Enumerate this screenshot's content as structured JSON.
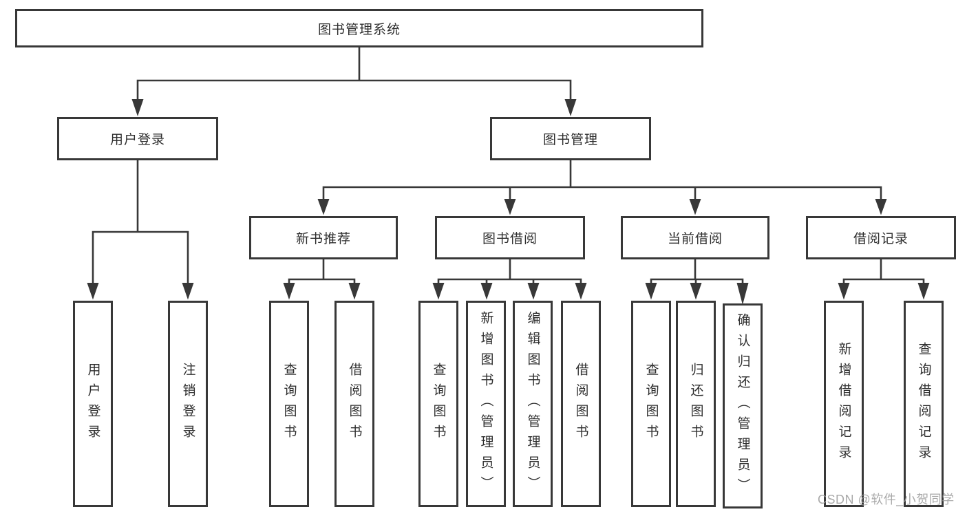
{
  "tree": {
    "label": "图书管理系统",
    "children": [
      {
        "label": "用户登录",
        "children": [
          {
            "label": "用户登录"
          },
          {
            "label": "注销登录"
          }
        ]
      },
      {
        "label": "图书管理",
        "children": [
          {
            "label": "新书推荐",
            "children": [
              {
                "label": "查询图书"
              },
              {
                "label": "借阅图书"
              }
            ]
          },
          {
            "label": "图书借阅",
            "children": [
              {
                "label": "查询图书"
              },
              {
                "label": "新增图书（管理员）"
              },
              {
                "label": "编辑图书（管理员）"
              },
              {
                "label": "借阅图书"
              }
            ]
          },
          {
            "label": "当前借阅",
            "children": [
              {
                "label": "查询图书"
              },
              {
                "label": "归还图书"
              },
              {
                "label": "确认归还（管理员）"
              }
            ]
          },
          {
            "label": "借阅记录",
            "children": [
              {
                "label": "新增借阅记录"
              },
              {
                "label": "查询借阅记录"
              }
            ]
          }
        ]
      }
    ]
  },
  "watermark": "CSDN @软件_小贺同学",
  "colors": {
    "line-color": "#383838",
    "text-color": "#2e2e2e",
    "watermark-color": "#9e9e9e"
  }
}
